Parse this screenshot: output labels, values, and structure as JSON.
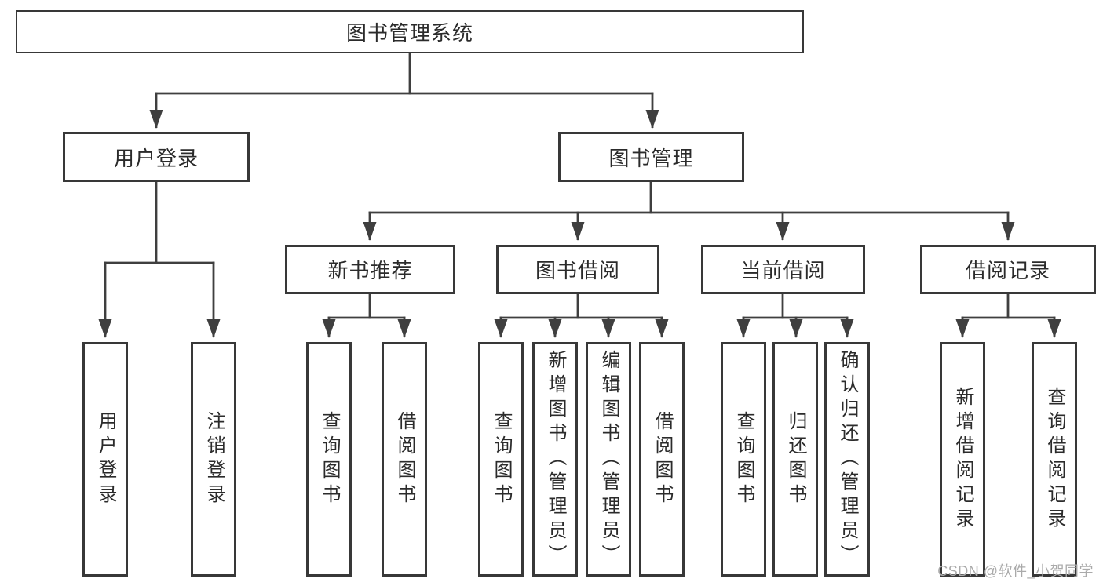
{
  "tree": {
    "label": "图书管理系统",
    "children": [
      {
        "label": "用户登录",
        "children": [
          {
            "label": "用户登录"
          },
          {
            "label": "注销登录"
          }
        ]
      },
      {
        "label": "图书管理",
        "children": [
          {
            "label": "新书推荐",
            "children": [
              {
                "label": "查询图书"
              },
              {
                "label": "借阅图书"
              }
            ]
          },
          {
            "label": "图书借阅",
            "children": [
              {
                "label": "查询图书"
              },
              {
                "label": "新增图书（管理员）"
              },
              {
                "label": "编辑图书（管理员）"
              },
              {
                "label": "借阅图书"
              }
            ]
          },
          {
            "label": "当前借阅",
            "children": [
              {
                "label": "查询图书"
              },
              {
                "label": "归还图书"
              },
              {
                "label": "确认归还（管理员）"
              }
            ]
          },
          {
            "label": "借阅记录",
            "children": [
              {
                "label": "新增借阅记录"
              },
              {
                "label": "查询借阅记录"
              }
            ]
          }
        ]
      }
    ]
  },
  "watermark": {
    "text": "CSDN @软件_小贺同学"
  },
  "colors": {
    "line": "#3f3f3f",
    "box_border": "#383838",
    "text": "#2b2b2b",
    "watermark": "#aaaaaa",
    "background": "#ffffff"
  }
}
